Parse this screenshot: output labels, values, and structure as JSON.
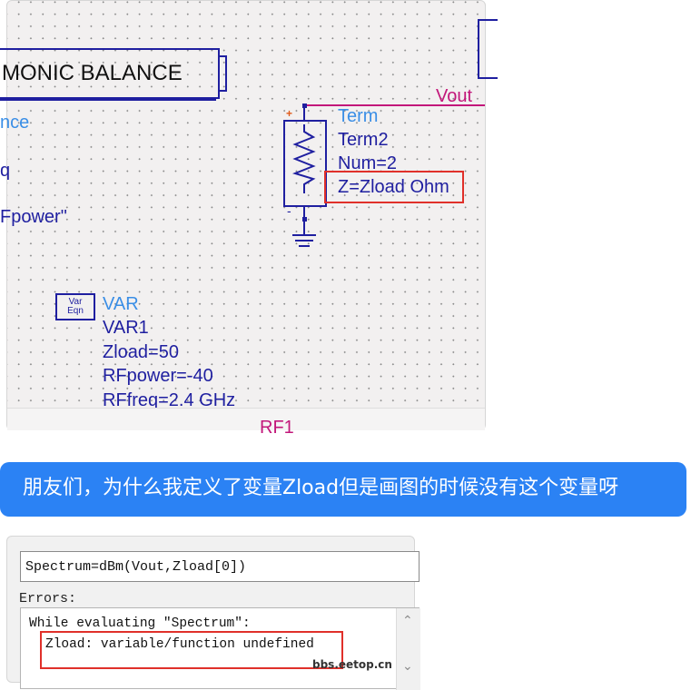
{
  "schematic": {
    "hb_title": "MONIC BALANCE",
    "left_fragments": [
      "nce",
      "q",
      "Fpower\""
    ],
    "node_label": "Vout",
    "term": {
      "type": "Term",
      "name": "Term2",
      "num": "Num=2",
      "z": "Z=Zload Ohm",
      "plus": "+",
      "minus": "-"
    },
    "var_icon": {
      "line1": "Var",
      "line2": "Eqn"
    },
    "var_block": {
      "type": "VAR",
      "name": "VAR1",
      "params": [
        "Zload=50",
        "RFpower=-40",
        "RFfreq=2.4 GHz"
      ]
    },
    "bottom_label": "RF1",
    "colors": {
      "wire": "#1f1fa0",
      "label": "#3a8ee6",
      "node": "#c2177a",
      "highlight": "#e0302a"
    }
  },
  "chat": {
    "message": "朋友们，为什么我定义了变量Zload但是画图的时候没有这个变量呀",
    "bubble_color": "#2b82f4"
  },
  "error_dialog": {
    "expression": "Spectrum=dBm(Vout,Zload[0])",
    "errors_label": "Errors:",
    "messages": [
      "While evaluating \"Spectrum\":",
      "Zload: variable/function undefined"
    ],
    "scroll_up_icon": "chevron-up-icon",
    "scroll_down_icon": "chevron-down-icon"
  },
  "watermark": "bbs.eetop.cn"
}
